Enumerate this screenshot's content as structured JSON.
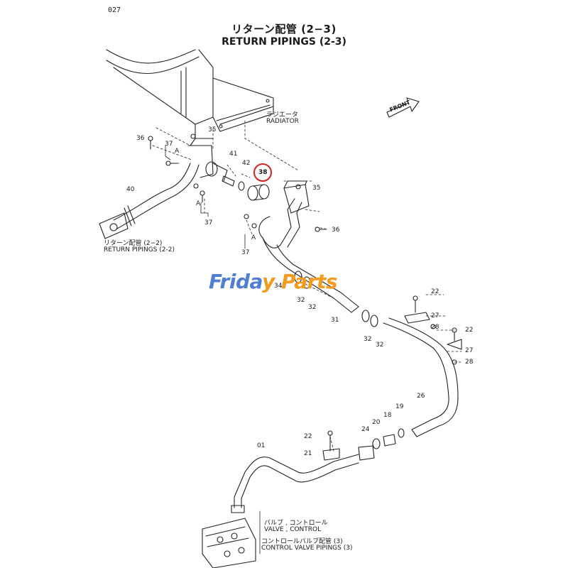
{
  "page_number": "027",
  "title_jp": "リターン配管 (2−3)",
  "title_en": "RETURN PIPINGS (2-3)",
  "front_label": "FRONT",
  "radiator_jp": "ラジエータ",
  "radiator_en": "RADIATOR",
  "return_ref_jp": "リターン配管 (2−2)",
  "return_ref_en": "RETURN PIPINGS (2-2)",
  "valve_jp": "バルブ , コントロール",
  "valve_en": "VALVE , CONTROL",
  "cv_pipings_jp": "コントロールバルブ配管 (3)",
  "cv_pipings_en": "CONTROL VALVE PIPINGS (3)",
  "watermark_a": "Frida",
  "watermark_b": "y Parts",
  "highlight_color": "#d62020",
  "part_numbers": {
    "p35a": "35",
    "p36a": "36",
    "p37a": "37",
    "p_a1": "A",
    "p41": "41",
    "p42": "42",
    "p38": "38",
    "p35b": "35",
    "p40": "40",
    "p_a2": "A",
    "p37b": "37",
    "p36b": "36",
    "p_a3": "A",
    "p37c": "37",
    "p34": "34",
    "p32a": "32",
    "p32b": "32",
    "p31": "31",
    "p32c": "32",
    "p32d": "32",
    "p22a": "22",
    "p27a": "27",
    "p28a": "28",
    "p22b": "22",
    "p27b": "27",
    "p28b": "28",
    "p26": "26",
    "p19": "19",
    "p18": "18",
    "p20": "20",
    "p24": "24",
    "p22c": "22",
    "p21": "21",
    "p01": "01"
  }
}
